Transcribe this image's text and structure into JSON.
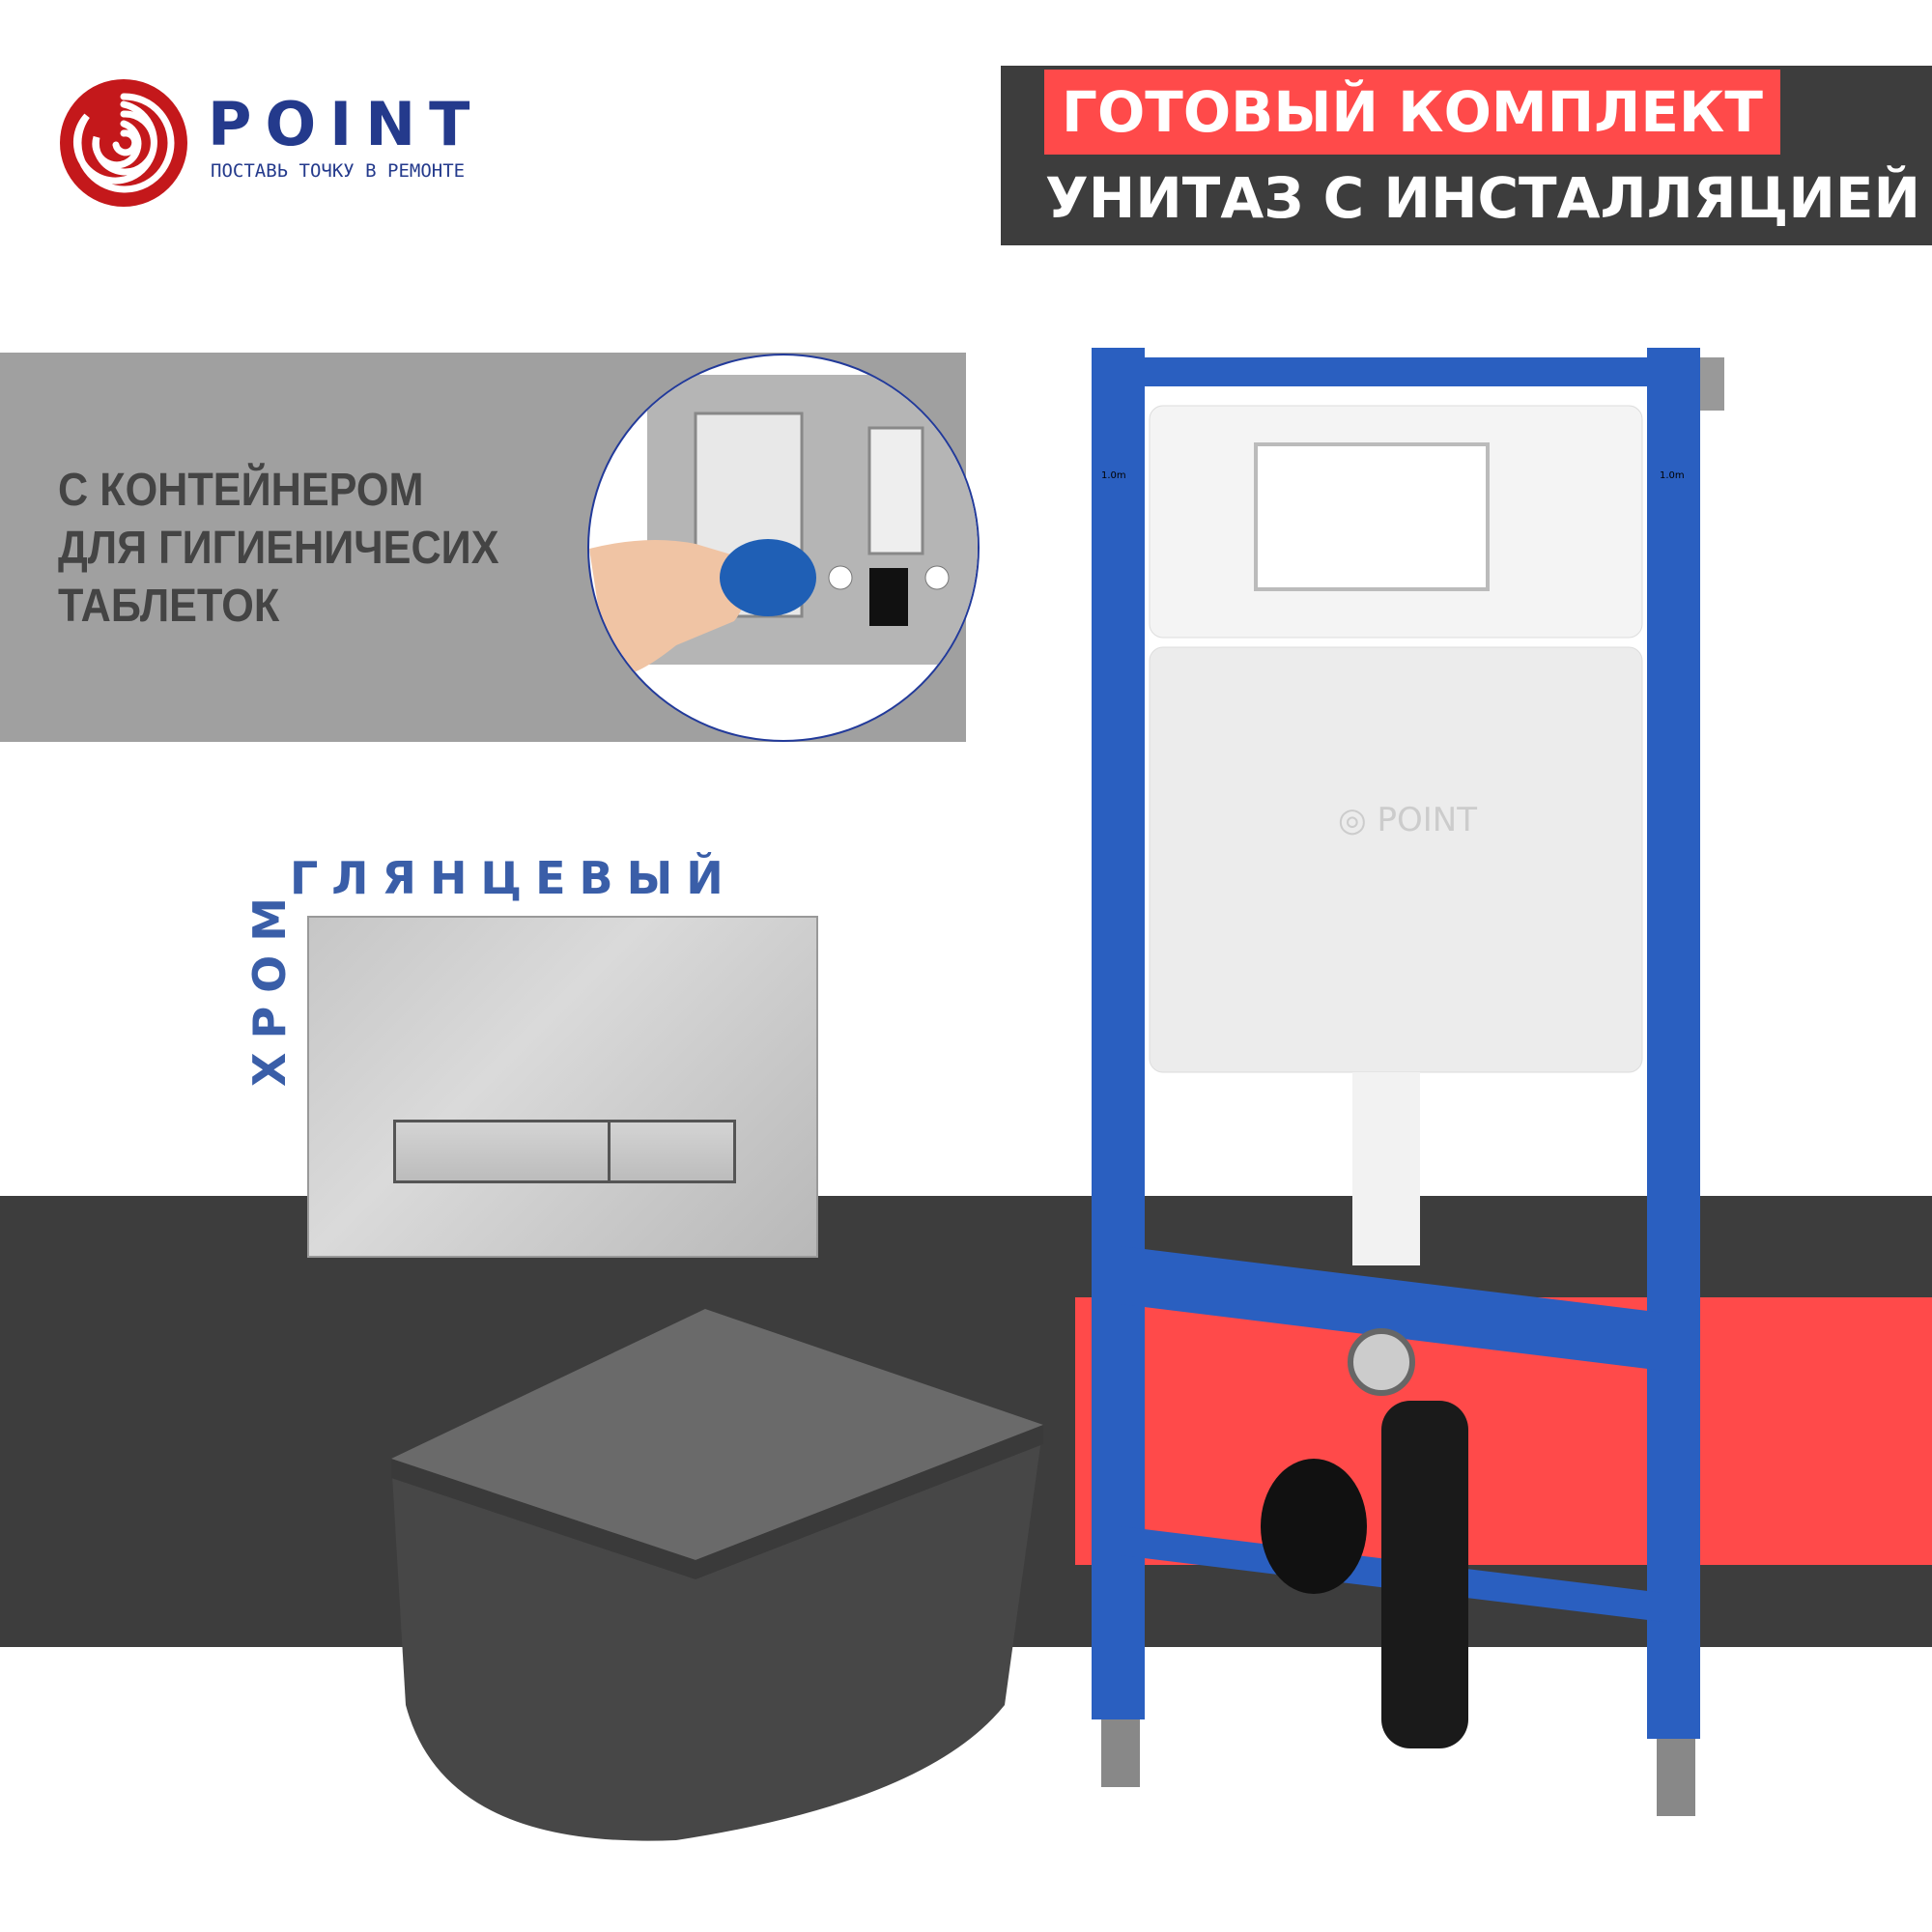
{
  "brand": {
    "name": "POINT",
    "tagline": "ПОСТАВЬ ТОЧКУ В РЕМОНТЕ",
    "logo_color": "#c4181b",
    "text_color": "#243a8c"
  },
  "header": {
    "line1": "ГОТОВЫЙ КОМПЛЕКТ",
    "line2": "УНИТАЗ С ИНСТАЛЛЯЦИЕЙ",
    "accent": "#ff4a4a",
    "background": "#3d3d3d"
  },
  "feature": {
    "lines": [
      "С КОНТЕЙНЕРОМ",
      "ДЛЯ ГИГИЕНИЧЕСИХ",
      "ТАБЛЕТОК"
    ]
  },
  "flush_plate": {
    "finish_label": "ГЛЯНЦЕВЫЙ",
    "color_label": "ХРОМ"
  },
  "frame": {
    "marker_left": "1.0m",
    "marker_right": "1.0m"
  }
}
